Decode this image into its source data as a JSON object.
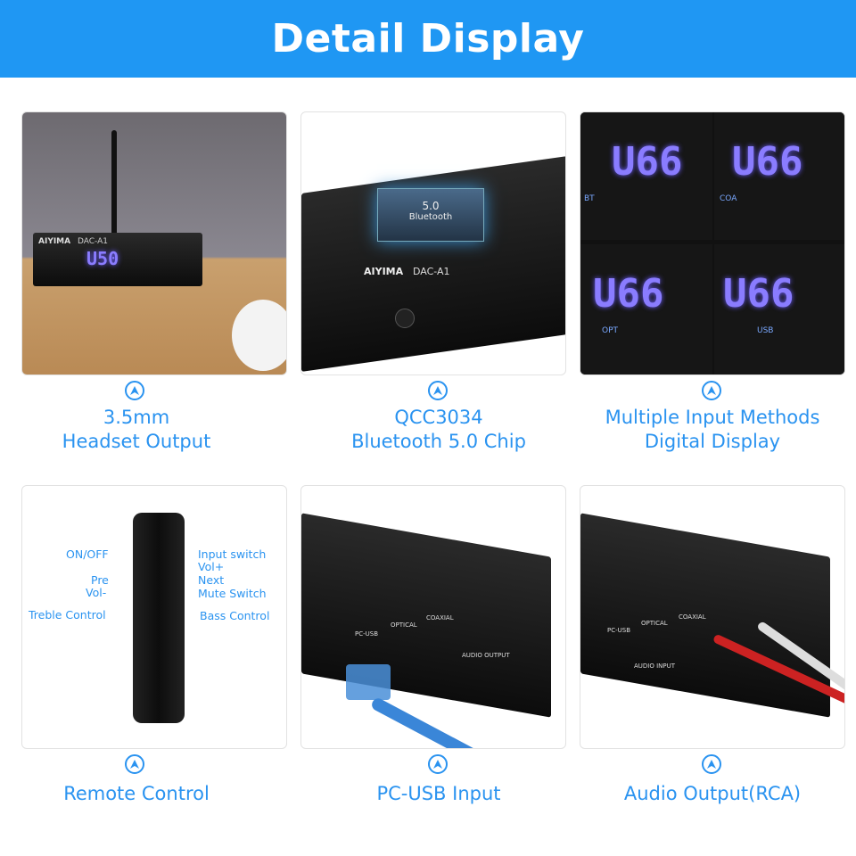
{
  "header": {
    "title": "Detail Display"
  },
  "panels": [
    {
      "caption": [
        "3.5mm",
        "Headset Output"
      ],
      "brand": "AIYIMA",
      "model": "DAC-A1",
      "display": "U50"
    },
    {
      "caption": [
        "QCC3034",
        "Bluetooth 5.0 Chip"
      ],
      "brand": "AIYIMA",
      "model": "DAC-A1",
      "chip_text": [
        "5.0",
        "Bluetooth"
      ]
    },
    {
      "caption": [
        "Multiple Input Methods",
        "Digital Display"
      ],
      "displays": [
        {
          "value": "U66",
          "input": "BT"
        },
        {
          "value": "U66",
          "input": "COA"
        },
        {
          "value": "U66",
          "input": "OPT"
        },
        {
          "value": "U66",
          "input": "USB"
        }
      ]
    },
    {
      "caption": [
        "Remote Control"
      ],
      "labels_left": [
        "ON/OFF",
        "Pre",
        "Vol-",
        "Treble Control"
      ],
      "labels_right": [
        "Input switch",
        "Vol+",
        "Next",
        "Mute Switch",
        "Bass Control"
      ]
    },
    {
      "caption": [
        "PC-USB Input"
      ],
      "port_labels": [
        "PC-USB",
        "OPTICAL",
        "COAXIAL",
        "AUDIO OUTPUT"
      ]
    },
    {
      "caption": [
        "Audio Output(RCA)"
      ],
      "port_labels": [
        "PC-USB",
        "OPTICAL",
        "COAXIAL",
        "AUDIO INPUT"
      ]
    }
  ],
  "colors": {
    "accent": "#1f97f3",
    "caption": "#2a93f0"
  }
}
